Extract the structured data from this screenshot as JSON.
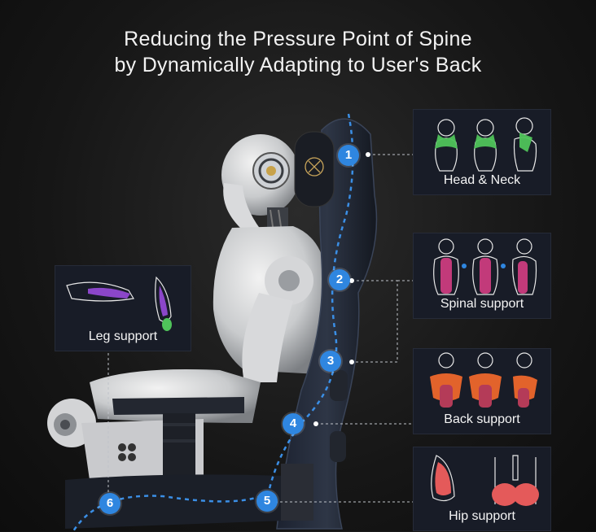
{
  "title": {
    "line1": "Reducing the Pressure Point of Spine",
    "line2": "by Dynamically Adapting to User's Back"
  },
  "markers": [
    "1",
    "2",
    "3",
    "4",
    "5",
    "6"
  ],
  "cards": {
    "head_neck": "Head & Neck",
    "spinal": "Spinal support",
    "back": "Back support",
    "leg": "Leg support",
    "hip": "Hip support"
  },
  "colors": {
    "marker_blue": "#2f86e0",
    "neck_green": "#4fc35a",
    "spine_magenta": "#c23a7a",
    "back_orange": "#e2632b",
    "leg_purple": "#8b46c9",
    "hip_red": "#e45a5a"
  }
}
